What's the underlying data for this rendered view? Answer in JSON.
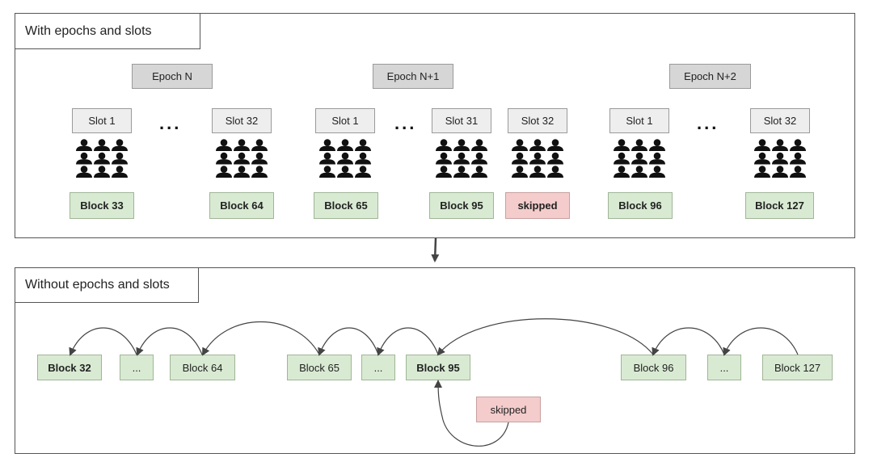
{
  "top": {
    "title": "With epochs and slots",
    "epochs": [
      "Epoch N",
      "Epoch N+1",
      "Epoch N+2"
    ],
    "slots": [
      "Slot 1",
      "Slot 32",
      "Slot 1",
      "Slot 31",
      "Slot 32",
      "Slot 1",
      "Slot 32"
    ],
    "blocks": [
      "Block 33",
      "Block 64",
      "Block 65",
      "Block 95",
      "skipped",
      "Block 96",
      "Block 127"
    ],
    "ellipsis": "..."
  },
  "bottom": {
    "title": "Without epochs and slots",
    "blocks": [
      "Block 32",
      "...",
      "Block 64",
      "Block 65",
      "...",
      "Block 95",
      "Block 96",
      "...",
      "Block 127"
    ],
    "skipped": "skipped"
  },
  "colors": {
    "block_fill": "#d9ead3",
    "skipped_fill": "#f4cccc",
    "epoch_fill": "#d6d6d6",
    "slot_fill": "#eeeeee"
  },
  "icons": {
    "validators": "validators-group-icon",
    "arrow": "arrow-down-icon"
  }
}
